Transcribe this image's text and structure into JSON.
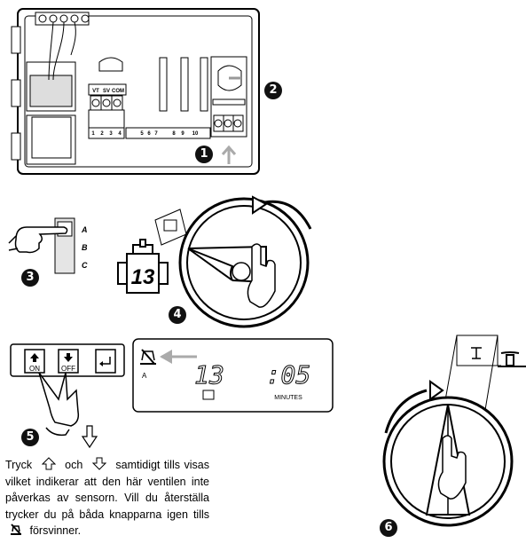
{
  "callouts": [
    "1",
    "2",
    "3",
    "4",
    "5",
    "6"
  ],
  "terminals": {
    "power": [
      "VT",
      "SV",
      "COM"
    ],
    "stations_low": [
      "1",
      "2",
      "3",
      "4"
    ],
    "stations_high": [
      "5",
      "6",
      "7",
      "8",
      "9",
      "10"
    ]
  },
  "slide_switch": {
    "positions": [
      "A",
      "B",
      "C"
    ]
  },
  "dial": {
    "station_number": "13"
  },
  "buttons": {
    "on_label": "ON",
    "off_label": "OFF"
  },
  "lcd": {
    "program": "A",
    "station_number": "13",
    "time": ":05",
    "unit": "MINUTES"
  },
  "caption": {
    "part1": "Tryck",
    "part2": "och",
    "part3": "samtidigt tills visas vilket indikerar att den här ventilen inte påverkas av sensorn. Vill du återställa trycker du på båda knapparna igen tills",
    "part4": "försvinner."
  },
  "icons": [
    "up-arrow-icon",
    "down-arrow-icon",
    "rain-sensor-icon",
    "valve-icon",
    "hand-icon"
  ]
}
